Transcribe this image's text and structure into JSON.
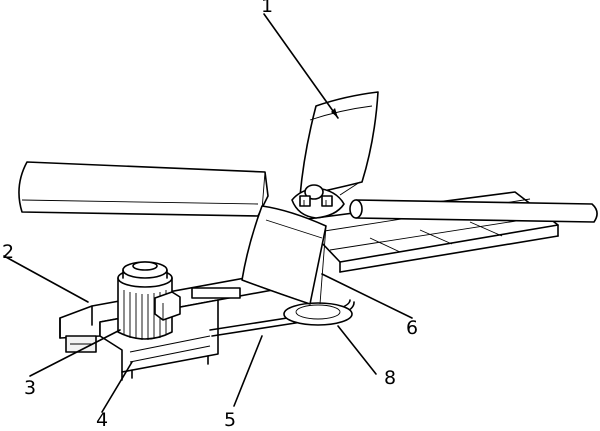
{
  "labels": {
    "l1": "1",
    "l2": "2",
    "l3": "3",
    "l4": "4",
    "l5": "5",
    "l6": "6",
    "l8": "8"
  }
}
